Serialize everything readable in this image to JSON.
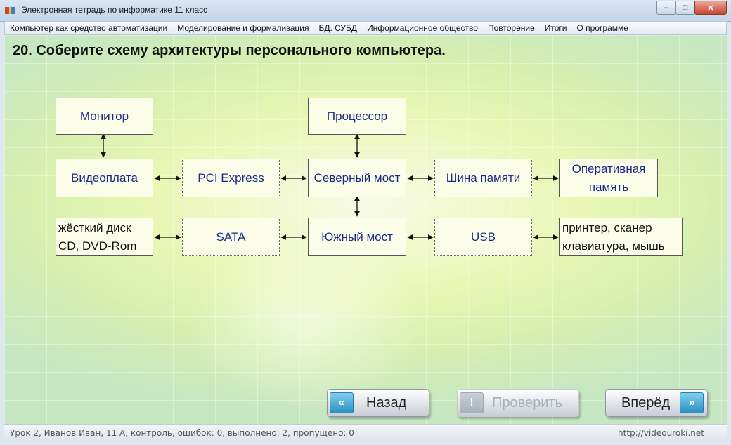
{
  "window": {
    "title": "Электронная тетрадь по информатике 11 класс",
    "controls": {
      "minimize": "–",
      "maximize": "□",
      "close": "✕"
    }
  },
  "menu": [
    "Компьютер как средство автоматизации",
    "Моделирование и формализация",
    "БД. СУБД",
    "Информационное общество",
    "Повторение",
    "Итоги",
    "О программе"
  ],
  "question": "20. Соберите схему архитектуры персонального компьютера.",
  "diagram": {
    "monitor": "Монитор",
    "processor": "Процессор",
    "videocard": "Видеоплата",
    "pci_express": "PCI Express",
    "northbridge": "Северный мост",
    "memory_bus": "Шина памяти",
    "ram": "Оперативная память",
    "storage": [
      "жёсткий диск",
      "CD, DVD-Rom"
    ],
    "sata": "SATA",
    "southbridge": "Южный мост",
    "usb": "USB",
    "peripherals": [
      "принтер, сканер",
      "клавиатура, мышь"
    ]
  },
  "buttons": {
    "back": {
      "label": "Назад",
      "icon": "double-chevron-left-icon",
      "glyph": "«"
    },
    "check": {
      "label": "Проверить",
      "icon": "exclamation-icon",
      "glyph": "!",
      "enabled": false
    },
    "next": {
      "label": "Вперёд",
      "icon": "double-chevron-right-icon",
      "glyph": "»"
    }
  },
  "status": {
    "info": "Урок 2, Иванов Иван, 11 А, контроль, ошибок: 0, выполнено: 2, пропущено: 0",
    "url": "http://videouroki.net"
  }
}
